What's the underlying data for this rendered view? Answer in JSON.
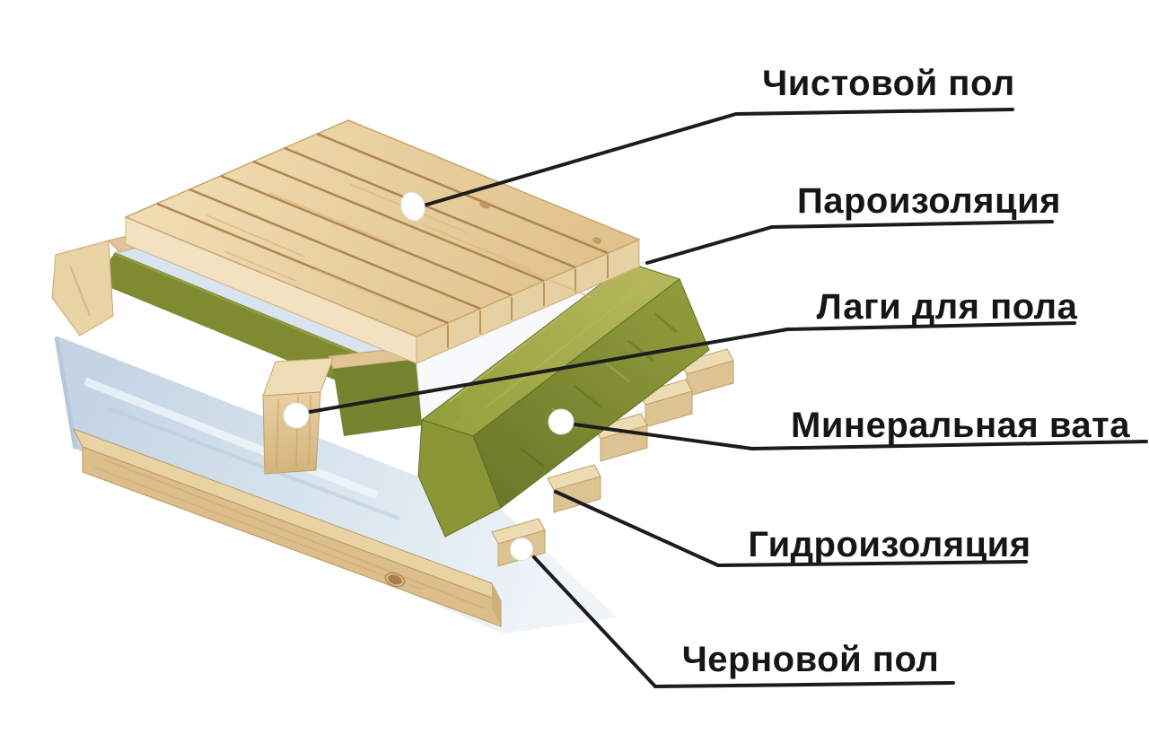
{
  "diagram": {
    "background": "#ffffff",
    "ink": "#1c1c1c",
    "labels": {
      "finish_floor": "Чистовой пол",
      "vapor_barrier": "Пароизоляция",
      "joists": "Лаги для пола",
      "mineral_wool": "Минеральная вата",
      "waterproofing": "Гидроизоляция",
      "subfloor": "Черновой пол"
    },
    "materials": {
      "wood_light": "#efd7a9",
      "wood_medium": "#dfc18c",
      "wood_plank_seam": "#a87c48",
      "wool_green_top": "#a9ab49",
      "wool_green_front": "#75822e",
      "film_blue": "#cddcea",
      "film_white": "#f7f9fb",
      "marker_white": "#ffffff"
    }
  }
}
